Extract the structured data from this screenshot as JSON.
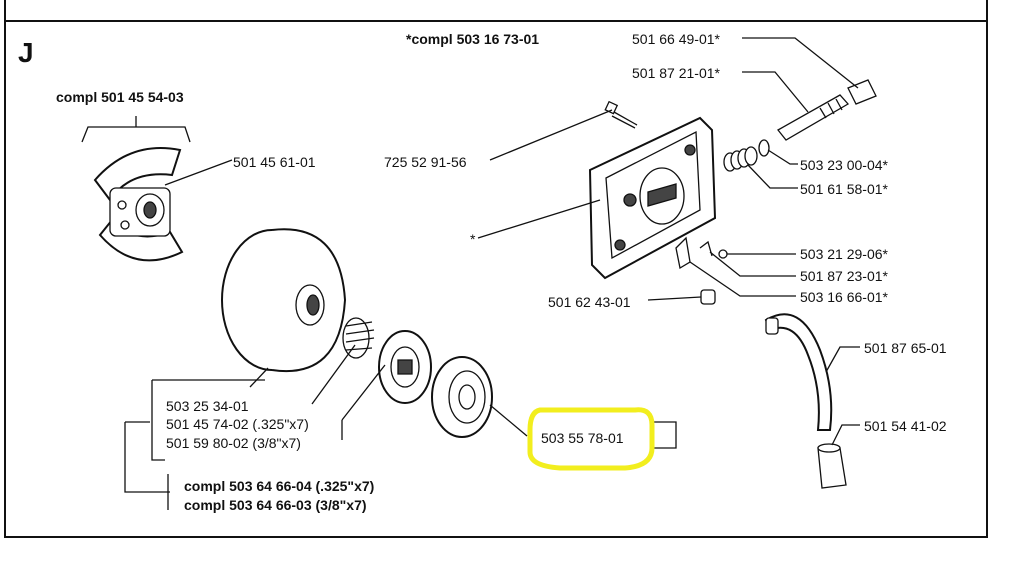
{
  "diagram": {
    "section_letter": "J",
    "highlight_color": "#f2ee1e",
    "labels": {
      "compl_header": "*compl 503 16 73-01",
      "clutch_compl": "compl 501 45 54-03",
      "p_501_45_61_01": "501 45 61-01",
      "p_725_52_91_56": "725 52 91-56",
      "p_501_66_49_01": "501 66 49-01*",
      "p_501_87_21_01": "501 87 21-01*",
      "p_503_23_00_04": "503 23 00-04*",
      "p_501_61_58_01": "501 61 58-01*",
      "asterisk": "*",
      "p_503_21_29_06": "503 21 29-06*",
      "p_501_87_23_01": "501 87 23-01*",
      "p_503_16_66_01": "503 16 66-01*",
      "p_501_62_43_01": "501 62 43-01",
      "p_501_87_65_01": "501 87 65-01",
      "p_501_54_41_02": "501 54 41-02",
      "p_503_25_34_01": "503 25 34-01",
      "p_501_45_74_02": "501 45 74-02 (.325\"x7)",
      "p_501_59_80_02": "501 59 80-02 (3/8\"x7)",
      "p_503_55_78_01": "503 55 78-01",
      "compl_503_64_66_04": "compl 503 64 66-04 (.325\"x7)",
      "compl_503_64_66_03": "compl 503 64 66-03 (3/8\"x7)"
    }
  }
}
